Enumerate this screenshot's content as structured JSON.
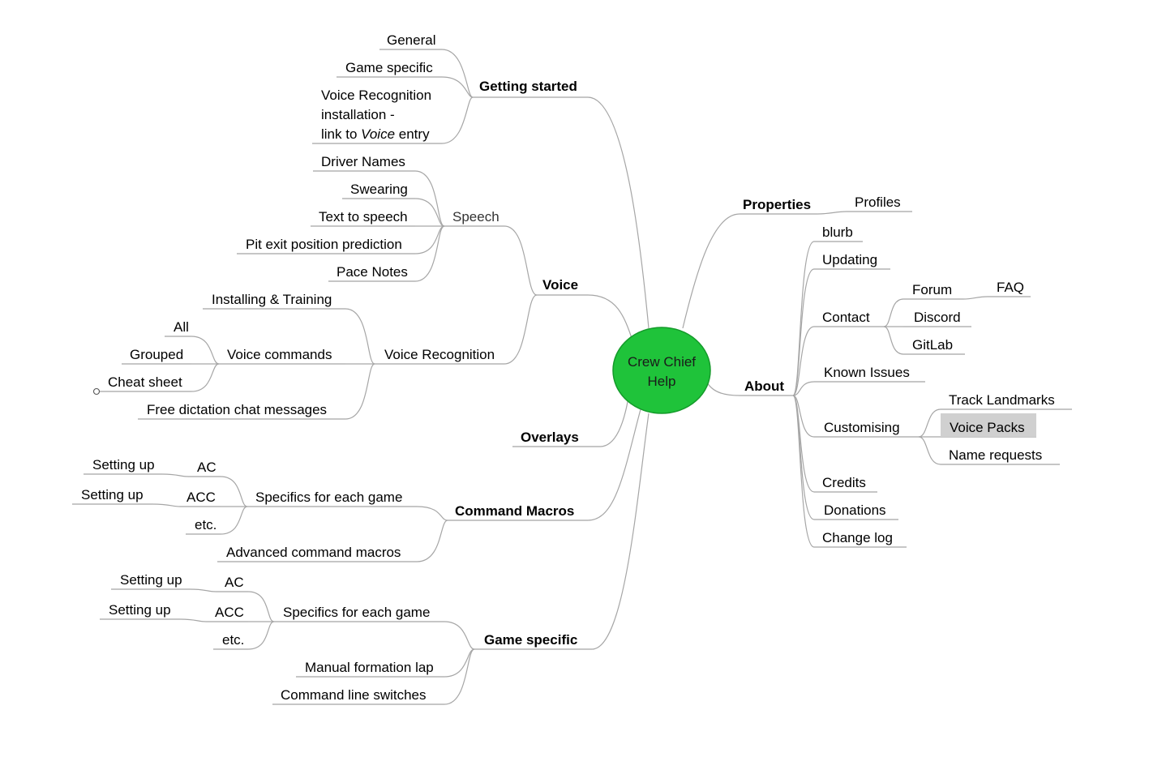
{
  "colors": {
    "center_fill": "#1fc33a",
    "center_stroke": "#149a2a",
    "highlight": "#d0d0d0"
  },
  "center": {
    "line1": "Crew Chief",
    "line2": "Help"
  },
  "nodes": {
    "getting_started": "Getting started",
    "general": "General",
    "game_specific_gs": "Game specific",
    "vr_install_1": "Voice Recognition",
    "vr_install_2": "installation -",
    "vr_install_3a": "link to ",
    "vr_install_3b": "Voice",
    "vr_install_3c": " entry",
    "voice": "Voice",
    "speech": "Speech",
    "driver_names": "Driver Names",
    "swearing": "Swearing",
    "tts": "Text to speech",
    "pit_exit": "Pit exit position prediction",
    "pace_notes": "Pace Notes",
    "voice_recognition": "Voice Recognition",
    "installing_training": "Installing & Training",
    "voice_commands": "Voice commands",
    "all": "All",
    "grouped": "Grouped",
    "cheat_sheet": "Cheat sheet",
    "free_dictation": "Free dictation chat messages",
    "overlays": "Overlays",
    "command_macros": "Command Macros",
    "cm_specifics": "Specifics for each game",
    "cm_ac": "AC",
    "cm_acc": "ACC",
    "cm_etc": "etc.",
    "cm_setup_ac": "Setting up",
    "cm_setup_acc": "Setting up",
    "advanced_macros": "Advanced command macros",
    "game_specific": "Game specific",
    "gs_specifics": "Specifics for each game",
    "gs_ac": "AC",
    "gs_acc": "ACC",
    "gs_etc": "etc.",
    "gs_setup_ac": "Setting up",
    "gs_setup_acc": "Setting up",
    "manual_formation": "Manual formation lap",
    "cmd_switches": "Command line switches",
    "properties": "Properties",
    "profiles": "Profiles",
    "about": "About",
    "blurb": "blurb",
    "updating": "Updating",
    "contact": "Contact",
    "forum": "Forum",
    "faq": "FAQ",
    "discord": "Discord",
    "gitlab": "GitLab",
    "known_issues": "Known Issues",
    "customising": "Customising",
    "track_landmarks": "Track Landmarks",
    "voice_packs": "Voice Packs",
    "name_requests": "Name requests",
    "credits": "Credits",
    "donations": "Donations",
    "change_log": "Change log"
  }
}
